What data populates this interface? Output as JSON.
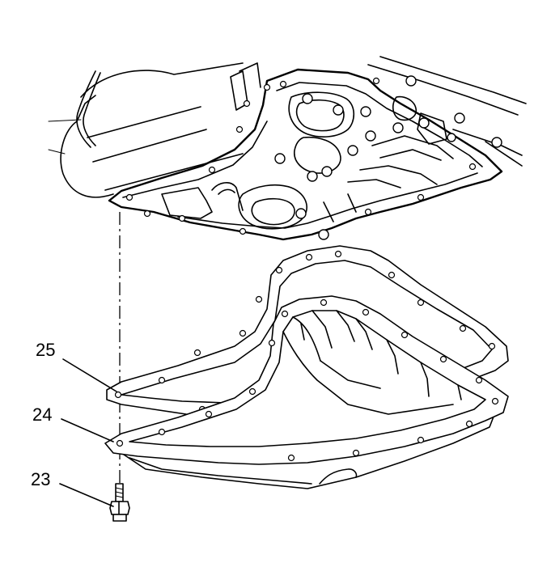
{
  "callouts": [
    {
      "id": "25",
      "label": "25"
    },
    {
      "id": "24",
      "label": "24"
    },
    {
      "id": "23",
      "label": "23"
    }
  ]
}
